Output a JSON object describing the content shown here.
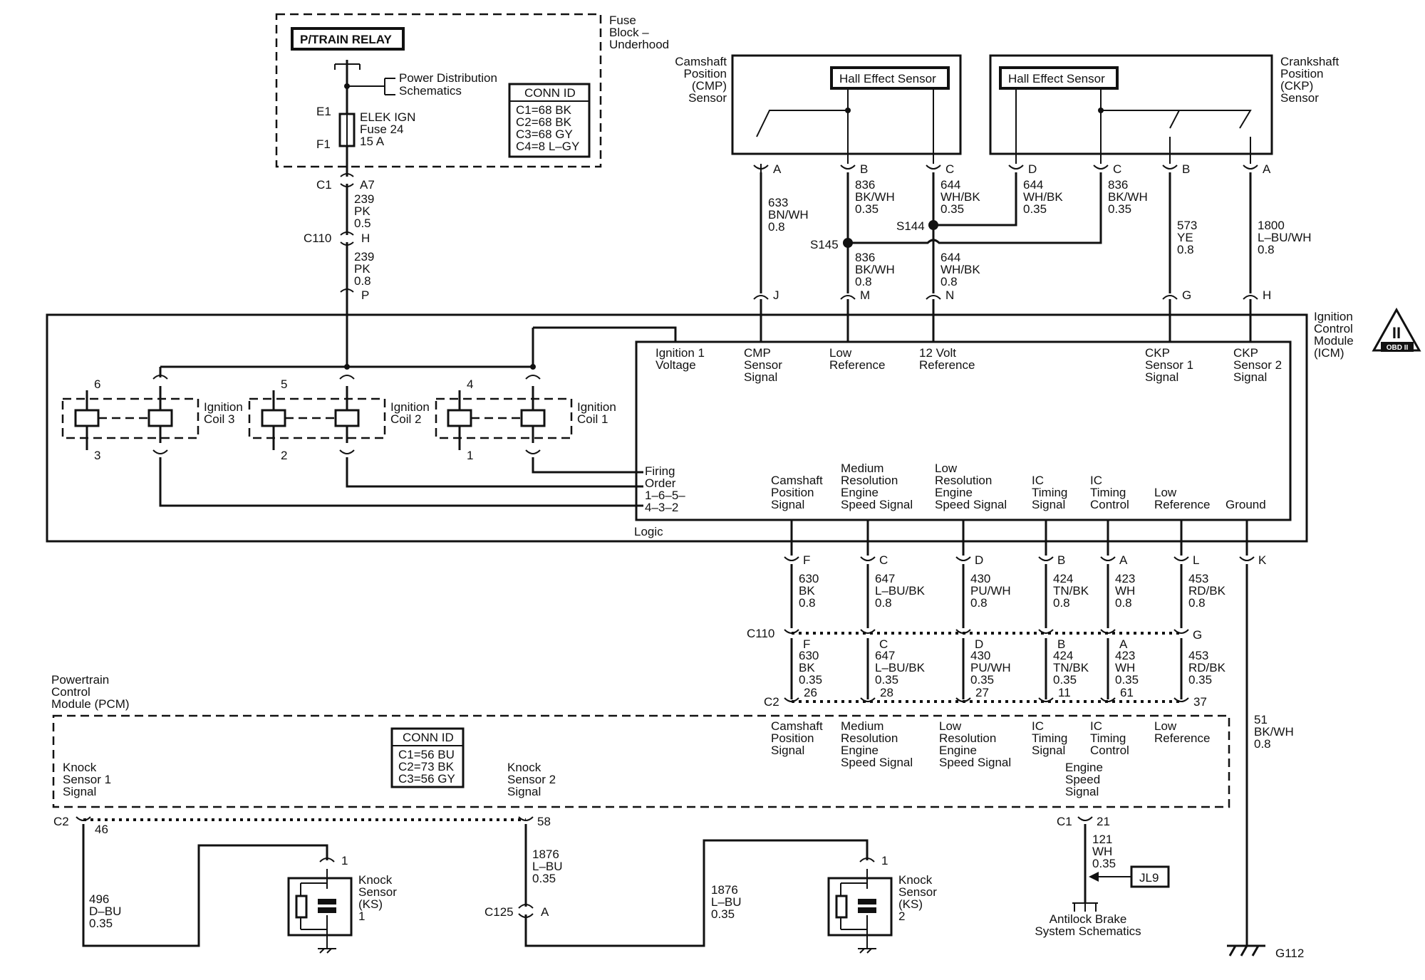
{
  "fuse_block": {
    "title": [
      "Fuse",
      "Block –",
      "Underhood"
    ],
    "relay": "P/TRAIN RELAY",
    "power_dist": [
      "Power Distribution",
      "Schematics"
    ],
    "fuse_e1": "E1",
    "fuse_f1": "F1",
    "fuse_label": [
      "ELEK IGN",
      "Fuse 24",
      "15 A"
    ],
    "conn_title": "CONN ID",
    "conn_items": [
      "C1=68 BK",
      "C2=68 BK",
      "C3=68 GY",
      "C4=8 L–GY"
    ]
  },
  "fuse_feed": {
    "c1": "C1",
    "c1_pin": "A7",
    "wire1": [
      "239",
      "PK",
      "0.5"
    ],
    "c110": "C110",
    "c110_pin": "H",
    "wire2": [
      "239",
      "PK",
      "0.8"
    ],
    "icm_pin": "P"
  },
  "cmp_sensor": {
    "name": [
      "Camshaft",
      "Position",
      "(CMP)",
      "Sensor"
    ],
    "hall": "Hall Effect Sensor",
    "pins": [
      "A",
      "B",
      "C"
    ]
  },
  "ckp_sensor": {
    "name": [
      "Crankshaft",
      "Position",
      "(CKP)",
      "Sensor"
    ],
    "hall": "Hall Effect Sensor",
    "pins": [
      "D",
      "C",
      "B",
      "A"
    ]
  },
  "sensor_wires": {
    "w633": [
      "633",
      "BN/WH",
      "0.8"
    ],
    "w836a": [
      "836",
      "BK/WH",
      "0.35"
    ],
    "w644a": [
      "644",
      "WH/BK",
      "0.35"
    ],
    "w644b": [
      "644",
      "WH/BK",
      "0.35"
    ],
    "w836b": [
      "836",
      "BK/WH",
      "0.35"
    ],
    "w573": [
      "573",
      "YE",
      "0.8"
    ],
    "w1800": [
      "1800",
      "L–BU/WH",
      "0.8"
    ],
    "s144": "S144",
    "s145": "S145",
    "w836c": [
      "836",
      "BK/WH",
      "0.8"
    ],
    "w644c": [
      "644",
      "WH/BK",
      "0.8"
    ],
    "icm_pins": [
      "J",
      "M",
      "N",
      "G",
      "H"
    ]
  },
  "icm": {
    "name": [
      "Ignition",
      "Control",
      "Module",
      "(ICM)"
    ],
    "obd": "OBD II",
    "obd_mark": "II",
    "top_labels": [
      [
        "Ignition 1",
        "Voltage"
      ],
      [
        "CMP",
        "Sensor",
        "Signal"
      ],
      [
        "Low",
        "Reference"
      ],
      [
        "12 Volt",
        "Reference"
      ],
      [
        "CKP",
        "Sensor 1",
        "Signal"
      ],
      [
        "CKP",
        "Sensor 2",
        "Signal"
      ]
    ],
    "firing": [
      "Firing",
      "Order",
      "1–6–5–",
      "4–3–2"
    ],
    "logic": "Logic",
    "bottom_labels": [
      [
        "Camshaft",
        "Position",
        "Signal"
      ],
      [
        "Medium",
        "Resolution",
        "Engine",
        "Speed Signal"
      ],
      [
        "Low",
        "Resolution",
        "Engine",
        "Speed Signal"
      ],
      [
        "IC",
        "Timing",
        "Signal"
      ],
      [
        "IC",
        "Timing",
        "Control"
      ],
      [
        "Low",
        "Reference"
      ],
      [
        "Ground"
      ]
    ],
    "coils": [
      {
        "label": [
          "Ignition",
          "Coil 3"
        ],
        "top": "6",
        "bottom": "3"
      },
      {
        "label": [
          "Ignition",
          "Coil 2"
        ],
        "top": "5",
        "bottom": "2"
      },
      {
        "label": [
          "Ignition",
          "Coil 1"
        ],
        "top": "4",
        "bottom": "1"
      }
    ]
  },
  "lower_wires": {
    "icm_pins": [
      "F",
      "C",
      "D",
      "B",
      "A",
      "L",
      "K"
    ],
    "upper": [
      [
        "630",
        "BK",
        "0.8"
      ],
      [
        "647",
        "L–BU/BK",
        "0.8"
      ],
      [
        "430",
        "PU/WH",
        "0.8"
      ],
      [
        "424",
        "TN/BK",
        "0.8"
      ],
      [
        "423",
        "WH",
        "0.8"
      ],
      [
        "453",
        "RD/BK",
        "0.8"
      ]
    ],
    "c110": "C110",
    "c110_pins": [
      "F",
      "C",
      "D",
      "B",
      "A",
      "G"
    ],
    "lower": [
      [
        "630",
        "BK",
        "0.35"
      ],
      [
        "647",
        "L–BU/BK",
        "0.35"
      ],
      [
        "430",
        "PU/WH",
        "0.35"
      ],
      [
        "424",
        "TN/BK",
        "0.35"
      ],
      [
        "423",
        "WH",
        "0.35"
      ],
      [
        "453",
        "RD/BK",
        "0.35"
      ]
    ],
    "c2": "C2",
    "c2_pins": [
      "26",
      "28",
      "27",
      "11",
      "61",
      "37"
    ],
    "ground_wire": [
      "51",
      "BK/WH",
      "0.8"
    ],
    "ground": "G112"
  },
  "pcm": {
    "name": [
      "Powertrain",
      "Control",
      "Module (PCM)"
    ],
    "conn_title": "CONN ID",
    "conn_items": [
      "C1=56 BU",
      "C2=73 BK",
      "C3=56 GY"
    ],
    "labels": [
      [
        "Camshaft",
        "Position",
        "Signal"
      ],
      [
        "Medium",
        "Resolution",
        "Engine",
        "Speed Signal"
      ],
      [
        "Low",
        "Resolution",
        "Engine",
        "Speed Signal"
      ],
      [
        "IC",
        "Timing",
        "Signal"
      ],
      [
        "IC",
        "Timing",
        "Control"
      ],
      [
        "Low",
        "Reference"
      ]
    ],
    "ks1_label": [
      "Knock",
      "Sensor 1",
      "Signal"
    ],
    "ks2_label": [
      "Knock",
      "Sensor 2",
      "Signal"
    ],
    "speed_label": [
      "Engine",
      "Speed",
      "Signal"
    ],
    "c2": "C2",
    "ks1_pin": "46",
    "ks2_pin": "58",
    "c1": "C1",
    "speed_pin": "21"
  },
  "knock": {
    "ks1_wire": [
      "496",
      "D–BU",
      "0.35"
    ],
    "ks1_name": [
      "Knock",
      "Sensor",
      "(KS)",
      "1"
    ],
    "ks1_pin": "1",
    "ks2_wire_a": [
      "1876",
      "L–BU",
      "0.35"
    ],
    "c125": "C125",
    "c125_pin": "A",
    "ks2_wire_b": [
      "1876",
      "L–BU",
      "0.35"
    ],
    "ks2_name": [
      "Knock",
      "Sensor",
      "(KS)",
      "2"
    ],
    "ks2_pin": "1"
  },
  "speed_out": {
    "wire": [
      "121",
      "WH",
      "0.35"
    ],
    "jl9": "JL9",
    "abs": [
      "Antilock Brake",
      "System Schematics"
    ]
  }
}
